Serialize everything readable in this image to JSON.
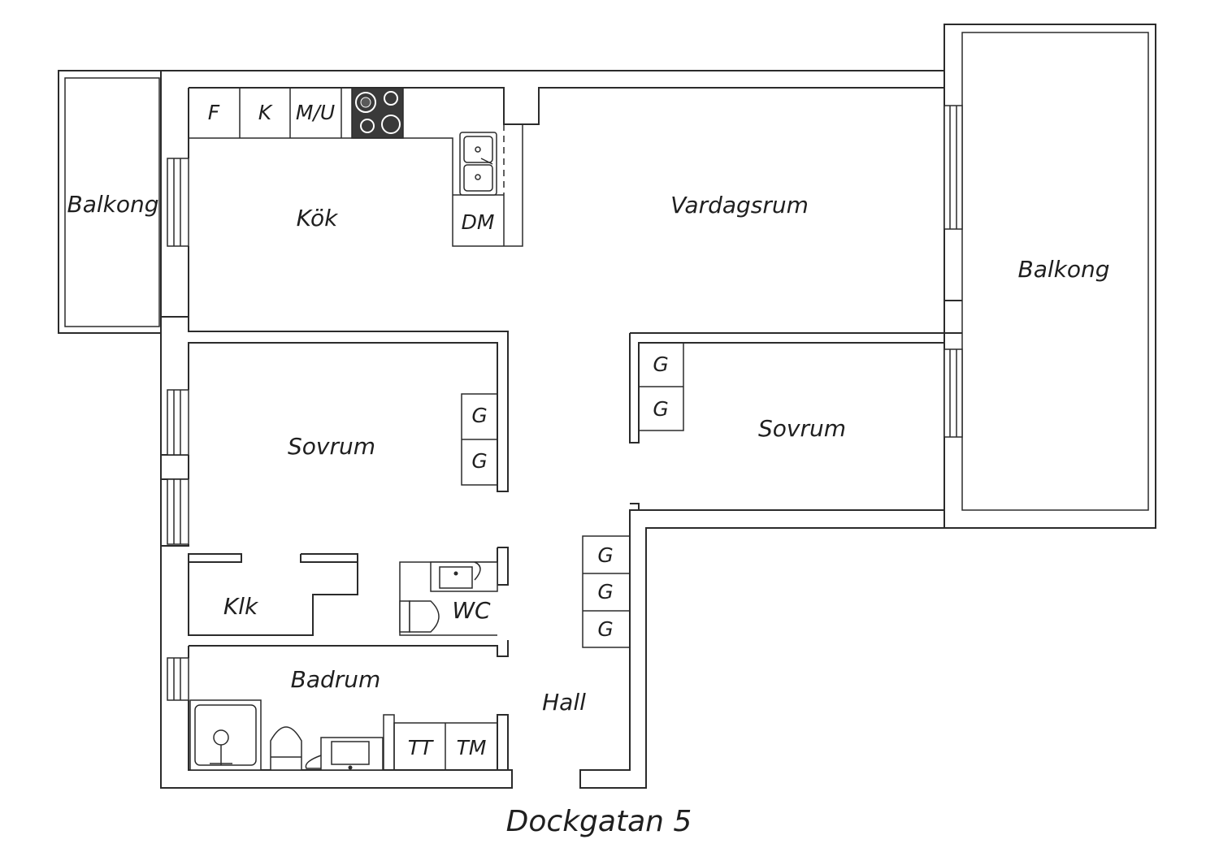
{
  "title": "Dockgatan 5",
  "rooms": {
    "balkong_left": "Balkong",
    "kok": "Kök",
    "vardagsrum": "Vardagsrum",
    "balkong_right": "Balkong",
    "sovrum_left": "Sovrum",
    "sovrum_right": "Sovrum",
    "klk": "Klk",
    "wc": "WC",
    "badrum": "Badrum",
    "hall": "Hall"
  },
  "fixtures": {
    "fridge": "F",
    "freezer": "K",
    "microwave_oven": "M/U",
    "dishwasher": "DM",
    "wardrobe": "G",
    "dryer": "TT",
    "washer": "TM"
  },
  "colors": {
    "line": "#2b2b2b",
    "stove": "#3a3a3a",
    "background": "#ffffff"
  }
}
